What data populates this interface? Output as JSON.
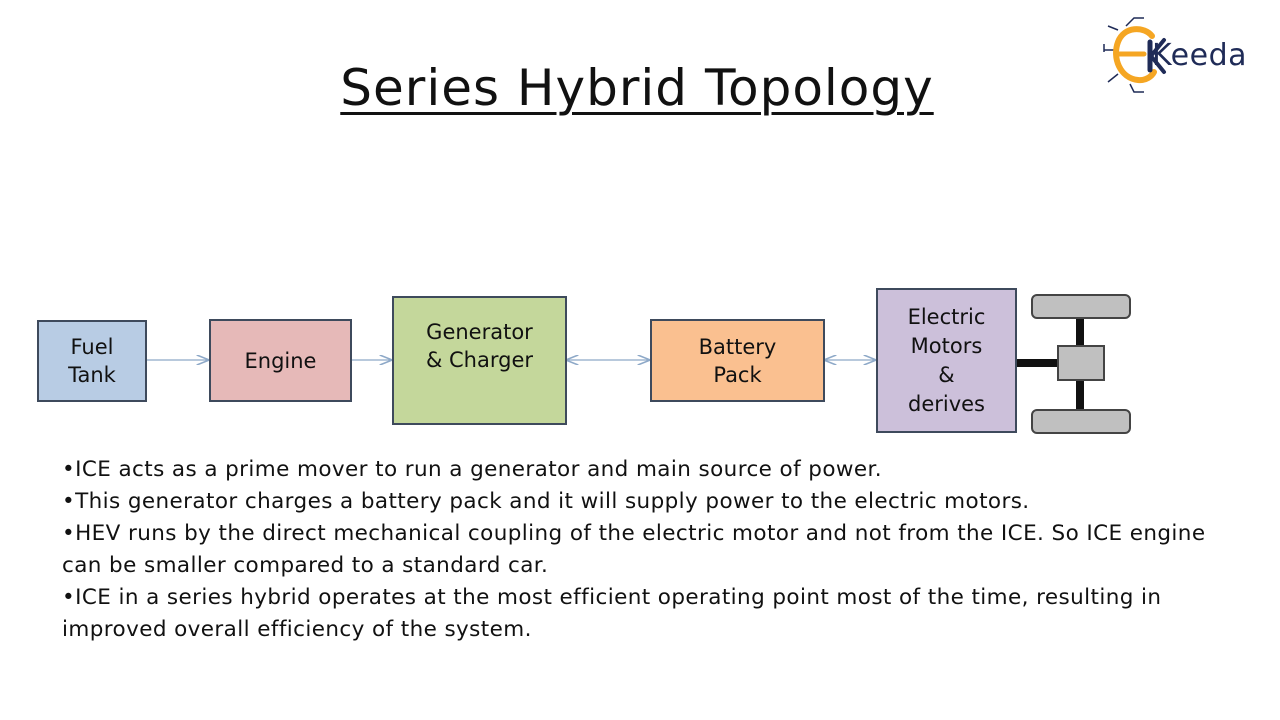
{
  "title": "Series Hybrid Topology",
  "logo": {
    "text": "Keeda",
    "orange": "#f5a623",
    "navy": "#1f2b57"
  },
  "diagram": {
    "boxes": [
      {
        "label": "Fuel\nTank",
        "color": "#b8cce4"
      },
      {
        "label": "Engine",
        "color": "#e6b9b8"
      },
      {
        "label": "Generator\n& Charger",
        "color": "#c4d79b"
      },
      {
        "label": "Battery\nPack",
        "color": "#fac090"
      },
      {
        "label": "Electric\nMotors\n&\nderives",
        "color": "#ccc0da"
      }
    ],
    "connections": [
      {
        "from": "Fuel Tank",
        "to": "Engine",
        "direction": "forward"
      },
      {
        "from": "Engine",
        "to": "Generator & Charger",
        "direction": "forward"
      },
      {
        "from": "Generator & Charger",
        "to": "Battery Pack",
        "direction": "both"
      },
      {
        "from": "Battery Pack",
        "to": "Electric Motors & derives",
        "direction": "both"
      }
    ],
    "arrow_color": "#8ea9c8",
    "axle_color": "#111111",
    "wheel_color": "#c0c0c0"
  },
  "bullets": [
    "•ICE acts as a prime mover to run a generator and main source of power.",
    "•This generator charges a battery pack and it will supply power to the electric motors.",
    "•HEV runs by the direct mechanical coupling of the electric motor and not from the ICE.  So ICE engine can be smaller compared to a standard car.",
    "•ICE in a series hybrid operates at the most efficient operating point most of the time, resulting in improved overall efficiency of the system."
  ]
}
